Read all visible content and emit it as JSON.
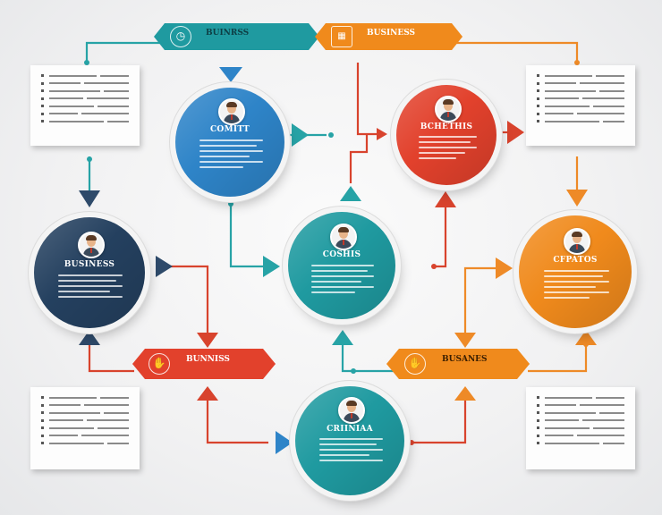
{
  "diagram": {
    "theme": {
      "teal": "#1f9aa0",
      "blue": "#2e84c8",
      "navy": "#24405f",
      "red": "#e2412c",
      "orange": "#f08a1c",
      "line_teal": "#27a3a6",
      "line_red": "#d8432d",
      "line_orange": "#ee8a27",
      "line_navy": "#2e4a6a"
    },
    "banners": [
      {
        "id": "top-teal",
        "text": "BUINRSS",
        "color": "#1f9aa0",
        "icon": "dial-icon"
      },
      {
        "id": "top-orange",
        "text": "BUSINESS",
        "color": "#f08a1c",
        "icon": "chart-icon"
      },
      {
        "id": "bottom-red",
        "text": "BUNNISS",
        "color": "#e2412c",
        "icon": "hand-icon"
      },
      {
        "id": "bottom-orange",
        "text": "BUSANES",
        "color": "#f08a1c",
        "icon": "hand-icon"
      }
    ],
    "nodes": [
      {
        "id": "blue",
        "title": "COMITT",
        "color": "#2e84c8"
      },
      {
        "id": "red",
        "title": "BCHETHIS",
        "color": "#e2412c"
      },
      {
        "id": "navy",
        "title": "BUSINESS",
        "color": "#24405f"
      },
      {
        "id": "teal-center",
        "title": "COSHIS",
        "color": "#1f9aa0"
      },
      {
        "id": "orange",
        "title": "CFPATOS",
        "color": "#f08a1c"
      },
      {
        "id": "teal-bottom",
        "title": "CRIINIAA",
        "color": "#1f9aa0"
      }
    ],
    "cards": [
      {
        "id": "top-left"
      },
      {
        "id": "top-right"
      },
      {
        "id": "bottom-left"
      },
      {
        "id": "bottom-right"
      }
    ]
  }
}
